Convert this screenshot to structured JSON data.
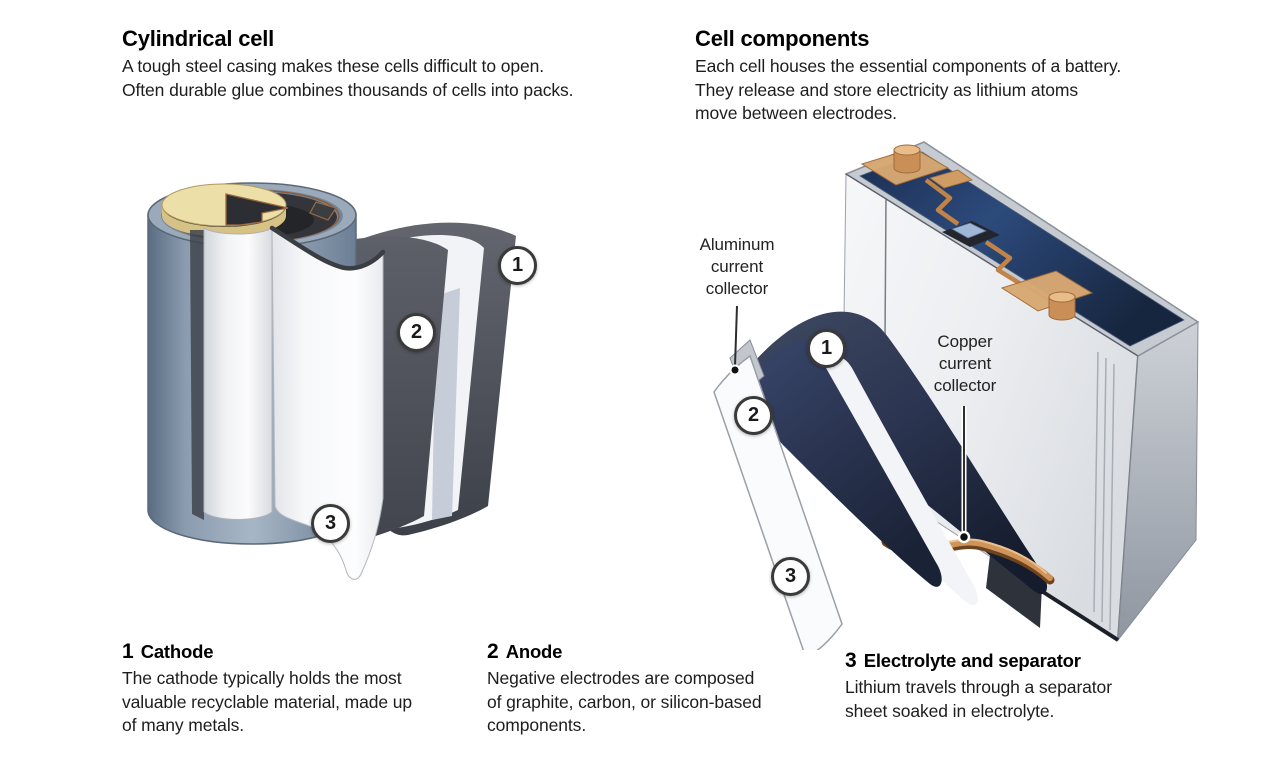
{
  "panels": {
    "left": {
      "title": "Cylindrical cell",
      "description": "A tough steel casing makes these cells difficult to open.\nOften durable glue combines thousands of cells into packs.",
      "badges": [
        "1",
        "2",
        "3"
      ]
    },
    "right": {
      "title": "Cell components",
      "description": "Each cell houses the essential components of a battery.\nThey release and store electricity as lithium atoms\nmove between electrodes.",
      "badges": [
        "1",
        "2",
        "3"
      ],
      "callouts": [
        {
          "label": "Aluminum\ncurrent\ncollector"
        },
        {
          "label": "Copper\ncurrent\ncollector"
        }
      ]
    }
  },
  "legend": [
    {
      "number": "1",
      "title": "Cathode",
      "description": "The cathode typically holds the most\nvaluable recyclable material, made up\nof many metals."
    },
    {
      "number": "2",
      "title": "Anode",
      "description": "Negative electrodes are composed\nof graphite, carbon, or silicon-based\ncomponents."
    },
    {
      "number": "3",
      "title": "Electrolyte and separator",
      "description": "Lithium travels through a separator\nsheet soaked in electrolyte."
    }
  ],
  "colors": {
    "background": "#ffffff",
    "heading_text": "#000000",
    "body_text": "#1d1d1f",
    "badge_border": "#3a3a3a",
    "steel_casing": "#8fa0b3",
    "cap_cream": "#ead9a2",
    "electrode_dark_gray": "#4d5158",
    "electrode_navy": "#28324c",
    "separator_white": "#f5f6f8",
    "cell_top_navy": "#223c66",
    "copper": "#c98f57",
    "aluminum": "#c2c6cc"
  }
}
